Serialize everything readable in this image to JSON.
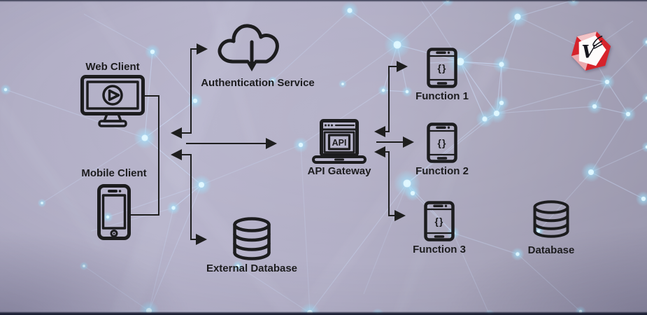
{
  "nodes": {
    "web_client": {
      "label": "Web Client"
    },
    "mobile_client": {
      "label": "Mobile Client"
    },
    "auth_service": {
      "label": "Authentication Service"
    },
    "api_gateway": {
      "label": "API Gateway",
      "screen_text": "API"
    },
    "function_1": {
      "label": "Function 1",
      "screen_text": "{}"
    },
    "function_2": {
      "label": "Function 2",
      "screen_text": "{}"
    },
    "function_3": {
      "label": "Function 3",
      "screen_text": "{}"
    },
    "external_database": {
      "label": "External Database"
    },
    "database": {
      "label": "Database"
    }
  },
  "logo": {
    "letter": "V"
  },
  "connections": [
    {
      "from": "Web Client / Mobile Client",
      "to": "Authentication Service",
      "bidirectional": true
    },
    {
      "from": "Web Client / Mobile Client",
      "to": "API Gateway",
      "bidirectional": false
    },
    {
      "from": "Web Client / Mobile Client",
      "to": "External Database",
      "bidirectional": true
    },
    {
      "from": "API Gateway",
      "to": "Function 1",
      "bidirectional": true
    },
    {
      "from": "API Gateway",
      "to": "Function 2",
      "bidirectional": false
    },
    {
      "from": "API Gateway",
      "to": "Function 3",
      "bidirectional": true
    }
  ],
  "icons": {
    "web_client": "monitor-play-icon",
    "mobile_client": "smartphone-icon",
    "auth_service": "cloud-download-icon",
    "api_gateway": "laptop-api-icon",
    "functions": "tablet-code-icon",
    "database": "database-cylinder-icon",
    "logo": "v-gem-logo"
  },
  "colors": {
    "background": "#b3b0c7",
    "icon_stroke": "#1c1c1e",
    "label_text": "#1c1c1e",
    "connector": "#1e1e1e",
    "logo_red": "#d6232b",
    "network_glow": "#aee8ff",
    "edge_vignette": "#181c30"
  }
}
